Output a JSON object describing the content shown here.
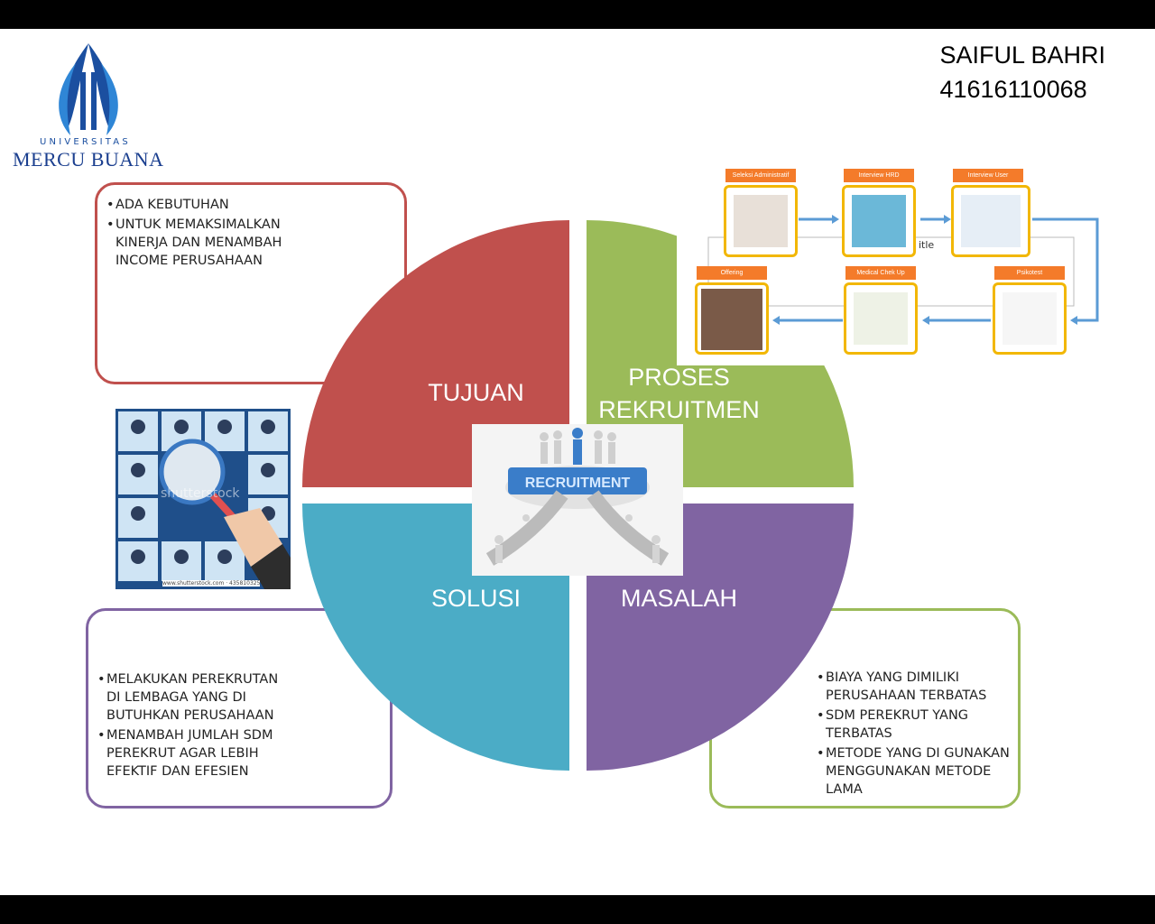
{
  "logo": {
    "line1": "UNIVERSITAS",
    "line2": "MERCU BUANA"
  },
  "author": {
    "name": "SAIFUL BAHRI",
    "id": "41616110068"
  },
  "quadrants": {
    "tujuan": "TUJUAN",
    "proses_line1": "PROSES",
    "proses_line2": "REKRUITMEN",
    "solusi": "SOLUSI",
    "masalah": "MASALAH"
  },
  "tujuan_points": [
    "ADA KEBUTUHAN",
    "UNTUK MEMAKSIMALKAN KINERJA DAN MENAMBAH INCOME PERUSAHAAN"
  ],
  "solusi_points": [
    "MELAKUKAN PEREKRUTAN DI LEMBAGA YANG DI BUTUHKAN PERUSAHAAN",
    "MENAMBAH JUMLAH SDM PEREKRUT AGAR LEBIH EFEKTIF DAN EFESIEN"
  ],
  "masalah_points": [
    "BIAYA YANG DIMILIKI PERUSAHAAN TERBATAS",
    "SDM PEREKRUT YANG TERBATAS",
    "METODE YANG DI GUNAKAN MENGGUNAKAN METODE LAMA"
  ],
  "process_steps": {
    "s1": "Seleksi Administratif",
    "s2": "Interview HRD",
    "s3": "Interview User",
    "s4": "Offering",
    "s5": "Medical Chek Up",
    "s6": "Psikotest",
    "stray_text": "itle"
  },
  "center_image_text": "RECRUITMENT",
  "watermark": "shutterstock",
  "watermark_caption": "www.shutterstock.com · 435810325",
  "colors": {
    "red": "#c0504d",
    "green": "#9bbb59",
    "blue": "#4bacc6",
    "purple": "#8064a2",
    "orange": "#f47b2a",
    "yellow": "#f2b705"
  }
}
